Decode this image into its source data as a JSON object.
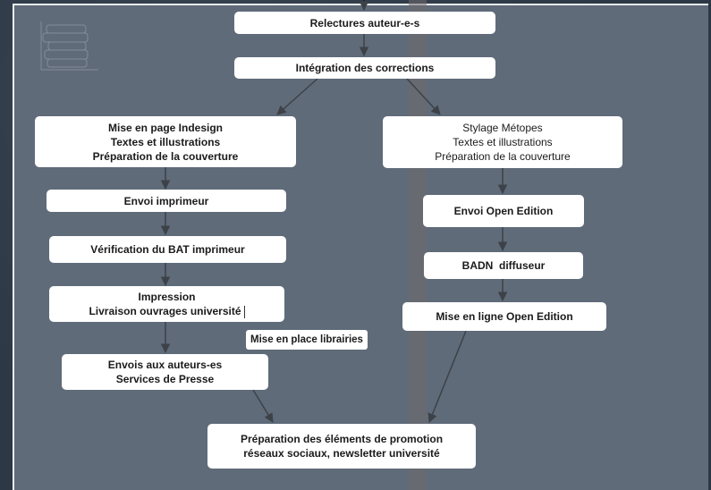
{
  "diagram": {
    "nodes": {
      "relectures": {
        "lines": [
          "Relectures auteur-e-s"
        ]
      },
      "integration": {
        "lines": [
          "Intégration des corrections"
        ]
      },
      "mise_en_page": {
        "lines": [
          "Mise en page Indesign",
          "Textes et illustrations",
          "Préparation de la couverture"
        ]
      },
      "stylage": {
        "lines": [
          "Stylage Métopes",
          "Textes et illustrations",
          "Préparation de la couverture"
        ]
      },
      "envoi_imprimeur": {
        "lines": [
          "Envoi imprimeur"
        ]
      },
      "verification_bat": {
        "lines": [
          "Vérification du BAT imprimeur"
        ]
      },
      "impression": {
        "lines": [
          "Impression",
          "Livraison ouvrages université"
        ]
      },
      "mise_en_place_librairies": {
        "lines": [
          "Mise en place librairies"
        ]
      },
      "envois_auteurs": {
        "lines": [
          "Envois aux auteurs-es",
          "Services de Presse"
        ]
      },
      "envoi_open_edition": {
        "lines": [
          "Envoi Open Edition"
        ]
      },
      "badn": {
        "lines": [
          "BADN  diffuseur"
        ]
      },
      "mise_en_ligne": {
        "lines": [
          "Mise en ligne Open Edition"
        ]
      },
      "promotion": {
        "lines": [
          "Préparation des éléments de promotion",
          "réseaux sociaux, newsletter université"
        ]
      }
    },
    "edges": [
      [
        "relectures",
        "integration"
      ],
      [
        "integration",
        "mise_en_page"
      ],
      [
        "integration",
        "stylage"
      ],
      [
        "mise_en_page",
        "envoi_imprimeur"
      ],
      [
        "envoi_imprimeur",
        "verification_bat"
      ],
      [
        "verification_bat",
        "impression"
      ],
      [
        "impression",
        "envois_auteurs"
      ],
      [
        "envois_auteurs",
        "promotion"
      ],
      [
        "stylage",
        "envoi_open_edition"
      ],
      [
        "envoi_open_edition",
        "badn"
      ],
      [
        "badn",
        "mise_en_ligne"
      ],
      [
        "mise_en_ligne",
        "promotion"
      ]
    ]
  },
  "colors": {
    "background": "#2c3846",
    "panel": "#5f6b79",
    "box": "#ffffff",
    "arrow": "#3d4148",
    "stripe": "#6f6a6e"
  }
}
